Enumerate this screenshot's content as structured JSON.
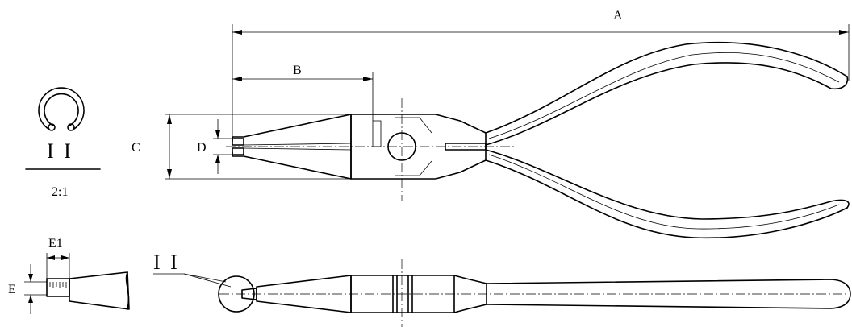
{
  "labels": {
    "A": "A",
    "B": "B",
    "C": "C",
    "D": "D",
    "E": "E",
    "E1": "E1",
    "detail": "I I",
    "detail_ref": "I I",
    "scale": "2:1"
  }
}
